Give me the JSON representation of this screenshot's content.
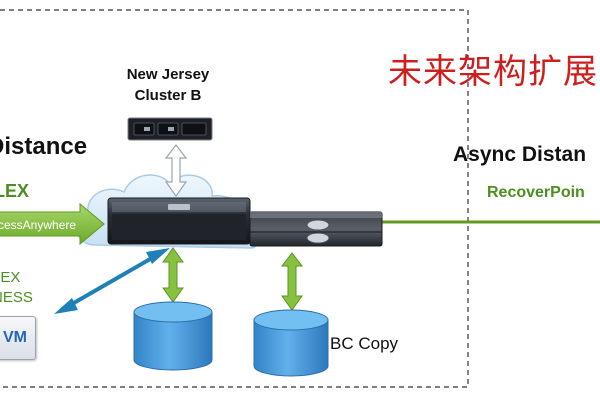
{
  "diagram": {
    "cluster_label": [
      "New Jersey",
      "Cluster B"
    ],
    "title_cn": "未来架构扩展",
    "left_distance_label": "Distance",
    "right_distance_label": "Async Distan",
    "left_green_label": "LEX",
    "vplex_witness_label": [
      "LEX",
      "NESS"
    ],
    "right_green_label": "RecoverPoin",
    "arrow_label": "cessAnywhere",
    "storage_label": "BC Copy",
    "vm_label": "VM"
  },
  "colors": {
    "title_red": "#cc1f1f",
    "green": "#4a8f1f",
    "arrow_green": "#86c23f",
    "blue_arrow": "#1f7fb8",
    "cloud": "#d8ecf8",
    "storage_blue": "#3f93d6"
  },
  "icons": {
    "cluster_device": "storage-array-icon",
    "cloud": "cloud-icon",
    "storage": "database-cylinder-icon",
    "vm": "virtual-machine-icon"
  }
}
